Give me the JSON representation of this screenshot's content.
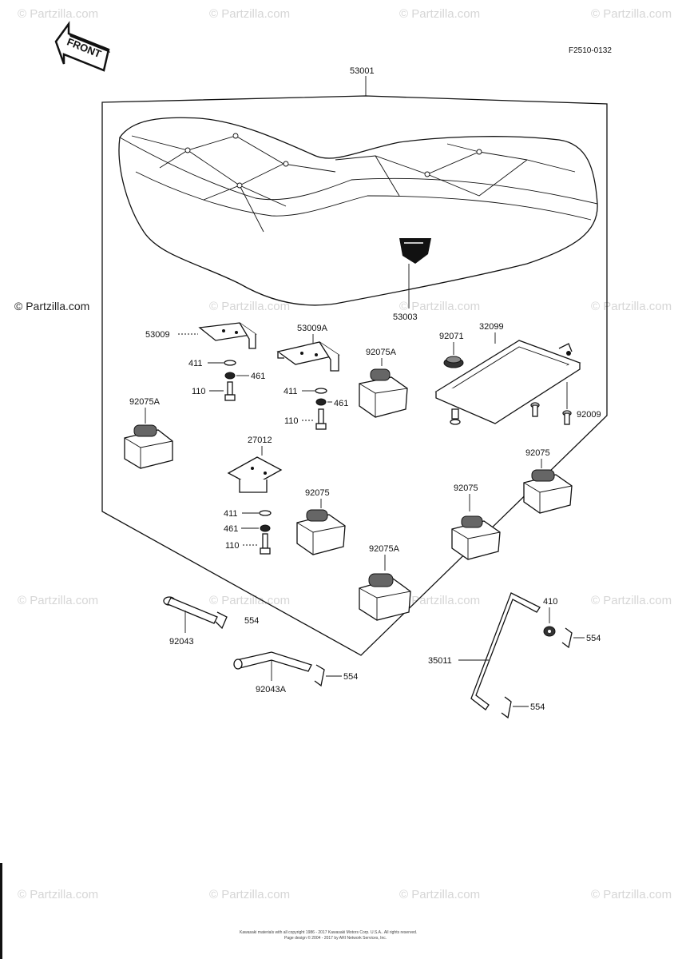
{
  "diagram_id": "F2510-0132",
  "front_badge": "FRONT",
  "watermark": "© Partzilla.com",
  "watermark_side": "© Partzilla.com",
  "copyright_line1": "Kawasaki materials with all copyright 1986 - 2017 Kawasaki Motors Corp. U.S.A.. All rights reserved.",
  "copyright_line2": "Page design © 2004 - 2017 by ARI Network Services, Inc.",
  "parts": {
    "p53001": "53001",
    "p53003": "53003",
    "p53009": "53009",
    "p53009a": "53009A",
    "p92071": "92071",
    "p32099": "32099",
    "p92075a_1": "92075A",
    "p92075a_2": "92075A",
    "p92075a_3": "92075A",
    "p92009": "92009",
    "p411_1": "411",
    "p461_1": "461",
    "p110_1": "110",
    "p411_2": "411",
    "p461_2": "461",
    "p110_2": "110",
    "p27012": "27012",
    "p411_3": "411",
    "p461_3": "461",
    "p110_3": "110",
    "p92075_1": "92075",
    "p92075_2": "92075",
    "p92075_3": "92075",
    "p92043": "92043",
    "p554_1": "554",
    "p92043a": "92043A",
    "p554_2": "554",
    "p410": "410",
    "p554_3": "554",
    "p35011": "35011",
    "p554_4": "554"
  }
}
